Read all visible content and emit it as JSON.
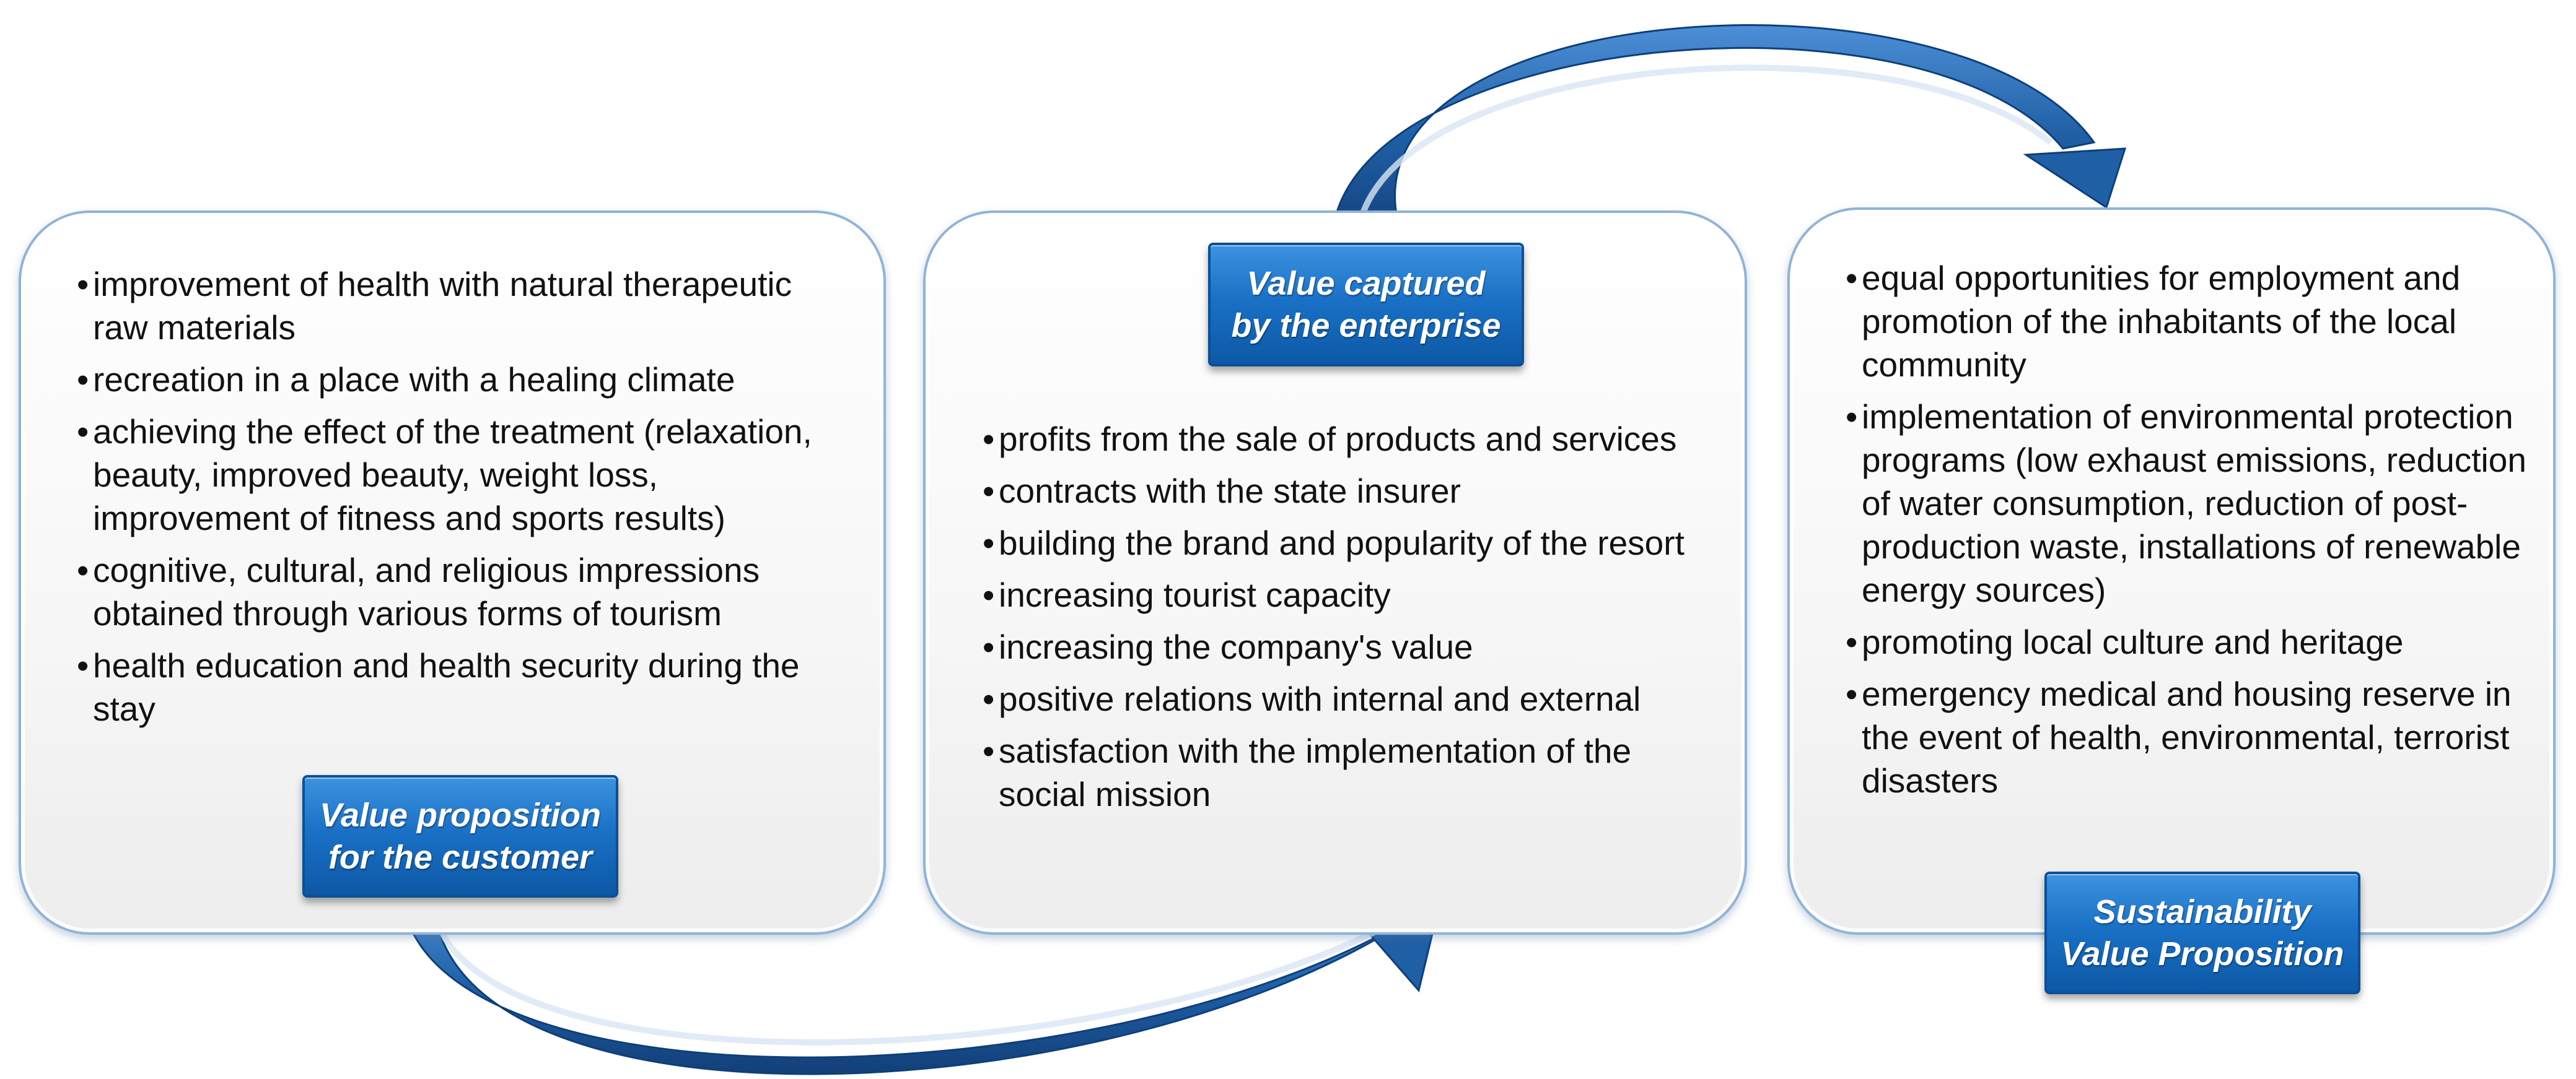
{
  "panels": {
    "customer": {
      "label_line1": "Value proposition",
      "label_line2": "for the customer",
      "items": [
        "improvement of health with natural therapeutic raw materials",
        "recreation in a place with a healing climate",
        "achieving the effect of the treatment (relaxation, beauty, improved beauty, weight loss, improvement of fitness and sports results)",
        "cognitive, cultural, and religious impressions obtained through various forms of tourism",
        "health education and health security during the stay"
      ]
    },
    "enterprise": {
      "label_line1": "Value captured",
      "label_line2": "by the enterprise",
      "items": [
        "profits from the sale of products and services",
        "contracts with the state insurer",
        "building the brand and popularity of the resort",
        "increasing tourist capacity",
        "increasing the company's value",
        "positive relations with internal and external",
        "satisfaction with the implementation of the social mission"
      ]
    },
    "sustainability": {
      "label_line1": "Sustainability",
      "label_line2": "Value Proposition",
      "items": [
        "equal opportunities for employment and promotion of the inhabitants of the local community",
        "implementation of environmental protection programs (low exhaust emissions, reduction of water consumption, reduction of post-production waste, installations of renewable energy sources)",
        "promoting local culture and heritage",
        "emergency medical and housing reserve in the event of health, environmental, terrorist disasters"
      ]
    }
  },
  "colors": {
    "arrow": "#1f5fa6",
    "label": "#1a71c6",
    "panel_border": "#8fb3d9"
  }
}
